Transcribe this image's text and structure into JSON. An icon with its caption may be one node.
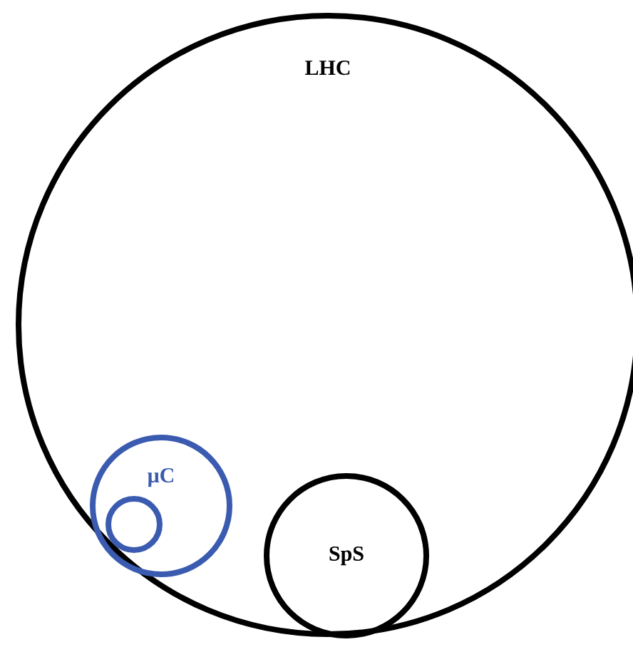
{
  "diagram": {
    "nodes": [
      {
        "text": [
          "LHC"
        ]
      },
      {
        "text": [
          "μC"
        ],
        "in": 0
      },
      {
        "text": [],
        "shape": "circle",
        "in": 1
      },
      {
        "text": [
          "SpS"
        ],
        "in": 0
      }
    ]
  }
}
